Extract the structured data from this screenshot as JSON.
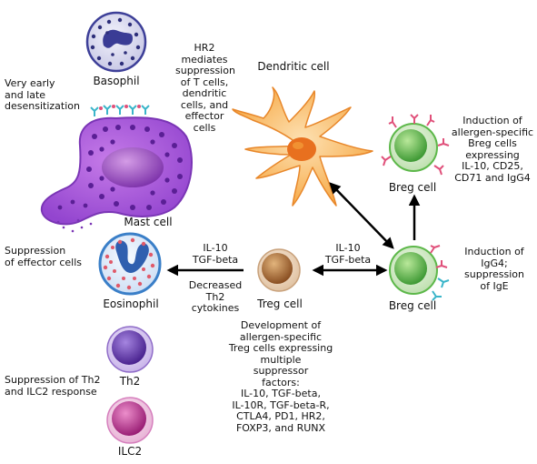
{
  "cells": {
    "basophil": "Basophil",
    "mast": "Mast cell",
    "dendritic": "Dendritic cell",
    "breg_top": "Breg cell",
    "breg_main": "Breg cell",
    "treg": "Treg cell",
    "eosinophil": "Eosinophil",
    "th2": "Th2",
    "ilc2": "ILC2"
  },
  "notes": {
    "very_early": [
      "Very early",
      "and late",
      "desensitization"
    ],
    "hr2": [
      "HR2",
      "mediates",
      "suppression",
      "of T cells,",
      "dendritic",
      "cells, and",
      "effector",
      "cells"
    ],
    "breg_induction": [
      "Induction of",
      "allergen-specific",
      "Breg cells",
      "expressing",
      "IL-10, CD25,",
      "CD71 and IgG4"
    ],
    "igg4": [
      "Induction of",
      "IgG4;",
      "suppression",
      "of IgE"
    ],
    "suppression_effector": [
      "Suppression",
      "of effector cells"
    ],
    "il10_left": [
      "IL-10",
      "TGF-beta"
    ],
    "il10_right": [
      "IL-10",
      "TGF-beta"
    ],
    "decreased": [
      "Decreased",
      "Th2",
      "cytokines"
    ],
    "treg_dev": [
      "Development of",
      "allergen-specific",
      "Treg cells expressing",
      "multiple",
      "suppressor",
      "factors:",
      "IL-10, TGF-beta,",
      "IL-10R, TGF-beta-R,",
      "CTLA4, PD1, HR2,",
      "FOXP3, and RUNX"
    ],
    "th2_ilc2": [
      "Suppression of Th2",
      "and ILC2 response"
    ]
  },
  "colors": {
    "basophil": "#3d3f98",
    "mast": "#8a3fc9",
    "mast_granule": "#5a1f95",
    "dendritic": "#f6a640",
    "dendritic_nucleus": "#e8701f",
    "breg": "#5db84a",
    "treg": "#a9682f",
    "eosinophil_ring": "#3a7fc8",
    "eosinophil_nucleus": "#2f5faf",
    "eosinophil_granule": "#e05a6a",
    "th2": "#6a3fb0",
    "ilc2": "#c23a9a",
    "receptor_pink": "#e0507a",
    "receptor_teal": "#3ab5c9"
  }
}
